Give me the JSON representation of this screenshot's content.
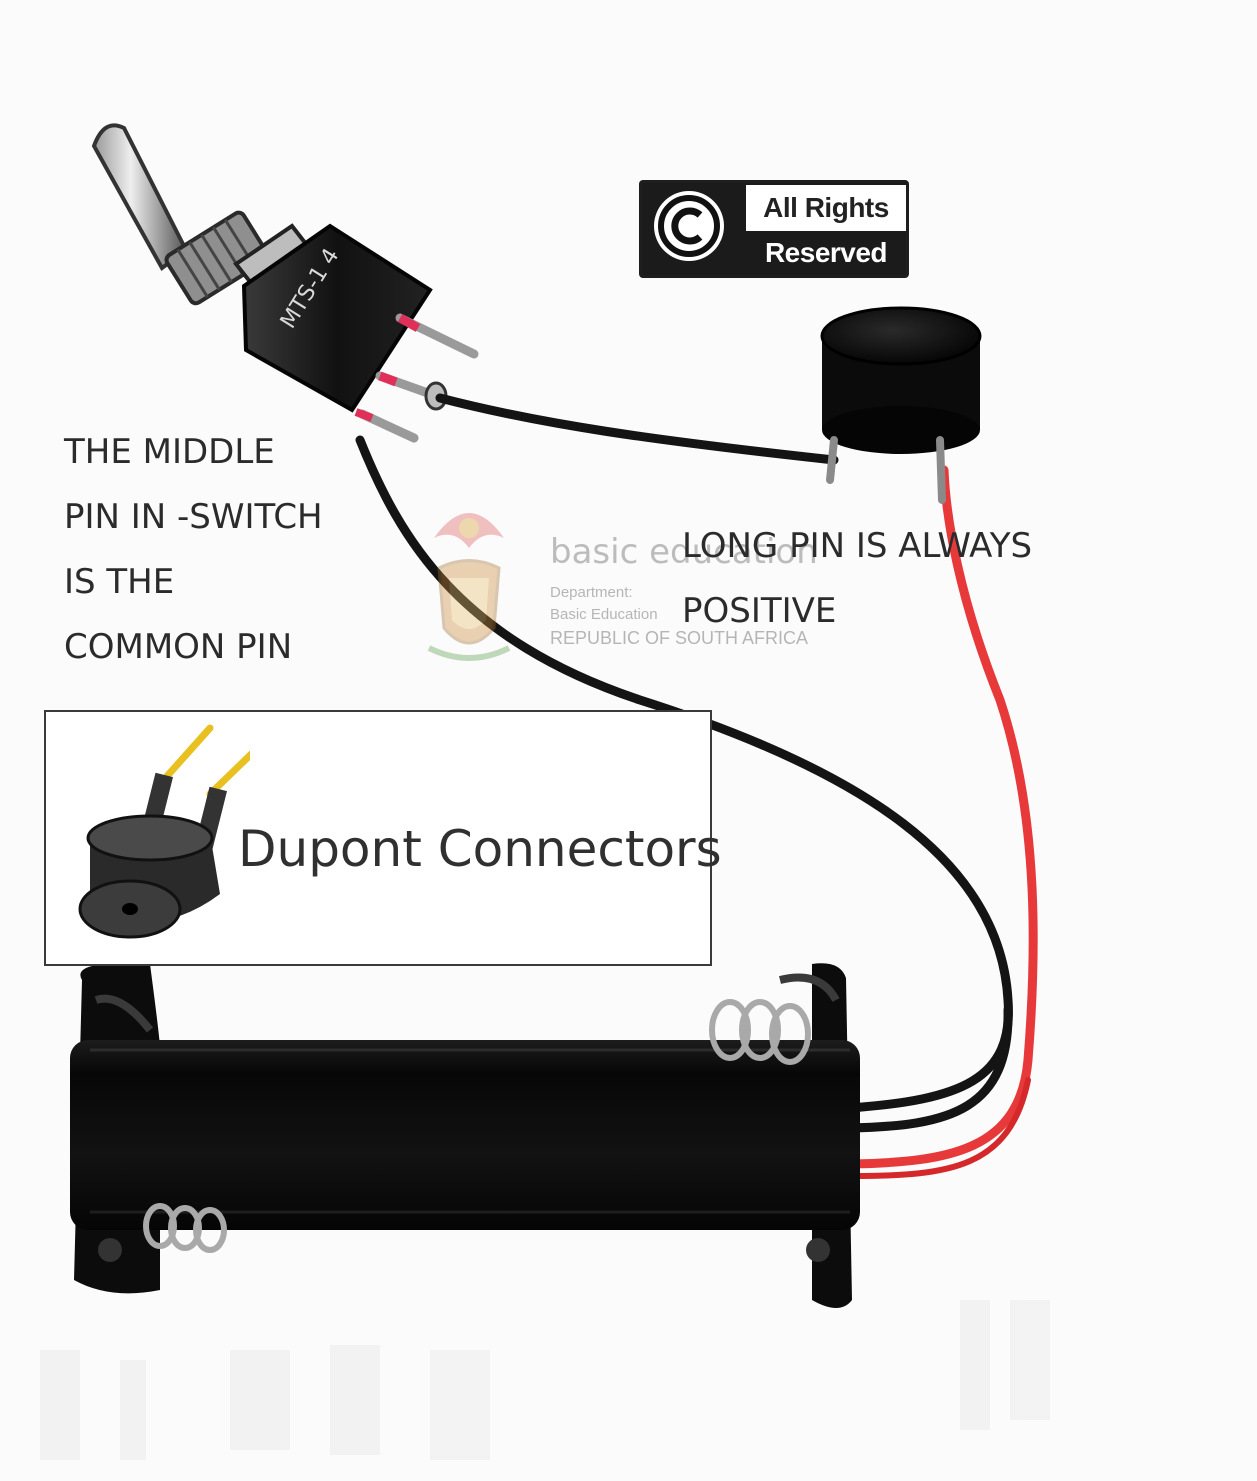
{
  "annotations": {
    "middle_pin_lines": [
      "THE MIDDLE",
      "PIN IN -SWITCH",
      "IS THE",
      "COMMON PIN"
    ],
    "long_pin_lines": [
      "LONG PIN IS ALWAYS",
      "POSITIVE"
    ]
  },
  "copyright_badge": {
    "icon": "copyright-icon",
    "line1": "All Rights",
    "line2": "Reserved"
  },
  "inset": {
    "caption": "Dupont Connectors"
  },
  "switch": {
    "marking": "MTS-1 4"
  },
  "watermark": {
    "title": "basic education",
    "line1": "Department:",
    "line2": "Basic Education",
    "line3": "REPUBLIC OF SOUTH AFRICA"
  },
  "colors": {
    "wire_red": "#e8393a",
    "wire_black": "#141414",
    "plastic_black": "#0e0e0e",
    "metal": "#b9b9b9",
    "pin_tip": "#e0305a"
  }
}
